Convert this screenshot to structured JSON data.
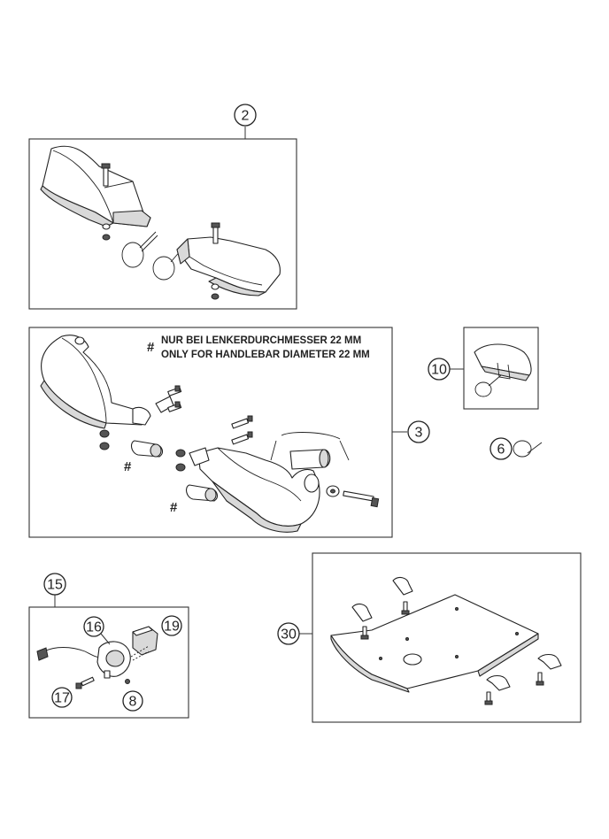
{
  "callouts": {
    "handguard_kit": "2",
    "handguard_kit_22mm": "3",
    "cable_tie": "6",
    "dummy_cap": "10",
    "switch_assembly": "15",
    "switch": "16",
    "screw": "17",
    "part_8": "8",
    "part_19": "19",
    "skid_plate": "30"
  },
  "note": {
    "line_de": "NUR BEI LENKERDURCHMESSER 22 MM",
    "line_en": "ONLY FOR HANDLEBAR DIAMETER 22 MM",
    "marker": "#"
  },
  "colors": {
    "line": "#222222",
    "shade": "#d9d9d9",
    "background": "#ffffff"
  }
}
